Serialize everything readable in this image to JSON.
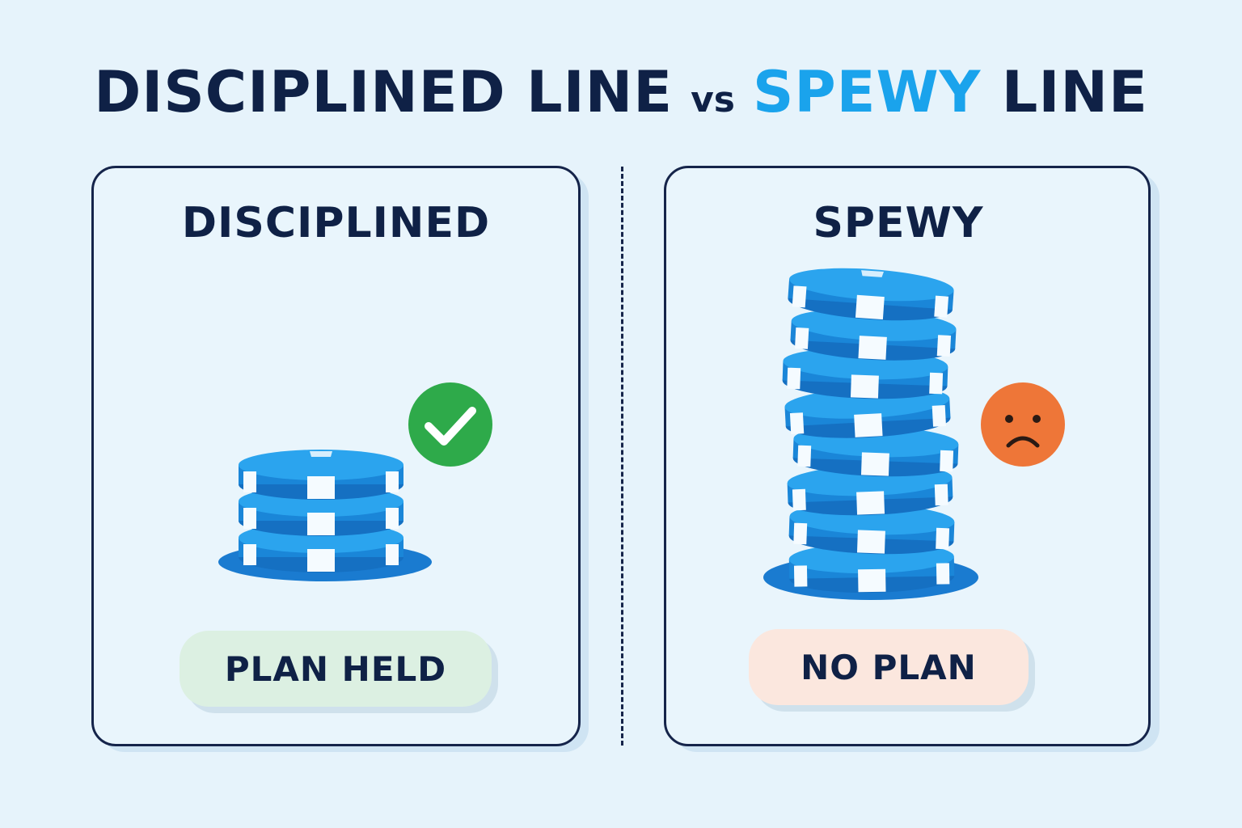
{
  "title": {
    "part1": "DISCIPLINED LINE",
    "vs": "vs",
    "part2_accent": "SPEWY",
    "part2_rest": " LINE"
  },
  "left_panel": {
    "heading": "DISCIPLINED",
    "status_label": "PLAN HELD",
    "status_icon": "check-circle-icon",
    "chip_count": 3
  },
  "right_panel": {
    "heading": "SPEWY",
    "status_label": "NO PLAN",
    "status_icon": "sad-face-icon",
    "chip_count": 8
  },
  "colors": {
    "navy": "#0f2146",
    "accent_blue": "#1aa3ec",
    "chip_blue": "#2394e3",
    "check_green": "#2eaa4a",
    "sad_orange": "#ee7638",
    "good_pill": "#dcf0e2",
    "bad_pill": "#fbe7de"
  }
}
